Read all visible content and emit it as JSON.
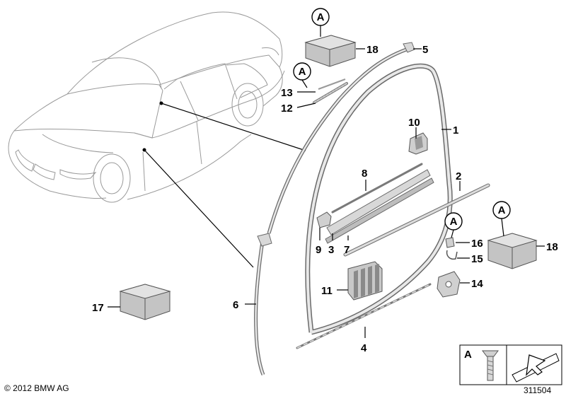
{
  "callouts": {
    "p1": "1",
    "p2": "2",
    "p3": "3",
    "p4": "4",
    "p5": "5",
    "p6": "6",
    "p7": "7",
    "p8": "8",
    "p9": "9",
    "p10": "10",
    "p11": "11",
    "p12": "12",
    "p13": "13",
    "p14": "14",
    "p15": "15",
    "p16": "16",
    "p17": "17",
    "p18_top": "18",
    "p18_right": "18"
  },
  "circle_labels": {
    "a_top": "A",
    "a_13": "A",
    "a_16": "A",
    "a_18_right": "A"
  },
  "legend_box": {
    "label": "A"
  },
  "footer": {
    "copyright": "© 2012 BMW AG",
    "diagram_number": "311504"
  },
  "colors": {
    "line": "#000000",
    "car_outline": "#9a9a9a",
    "part_fill": "#d8d8d8"
  }
}
